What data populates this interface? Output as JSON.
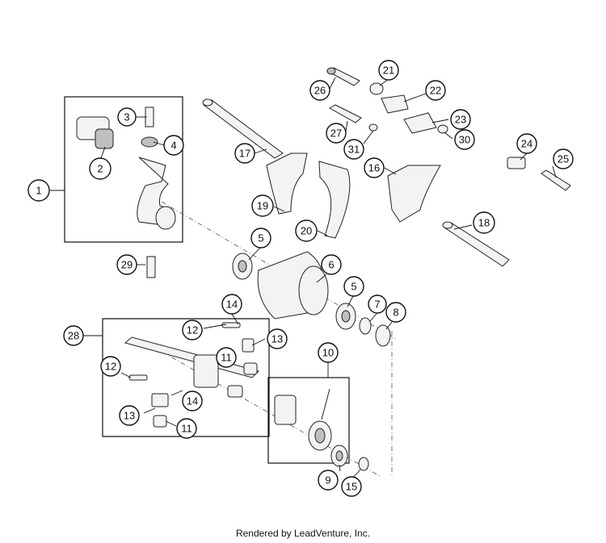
{
  "diagram": {
    "callouts": [
      "1",
      "2",
      "3",
      "4",
      "5",
      "6",
      "5",
      "7",
      "8",
      "9",
      "10",
      "11",
      "11",
      "12",
      "12",
      "13",
      "13",
      "14",
      "14",
      "15",
      "16",
      "17",
      "18",
      "19",
      "20",
      "21",
      "22",
      "23",
      "24",
      "25",
      "26",
      "27",
      "28",
      "29",
      "30",
      "31"
    ]
  },
  "footer": {
    "credit": "Rendered by LeadVenture, Inc."
  }
}
